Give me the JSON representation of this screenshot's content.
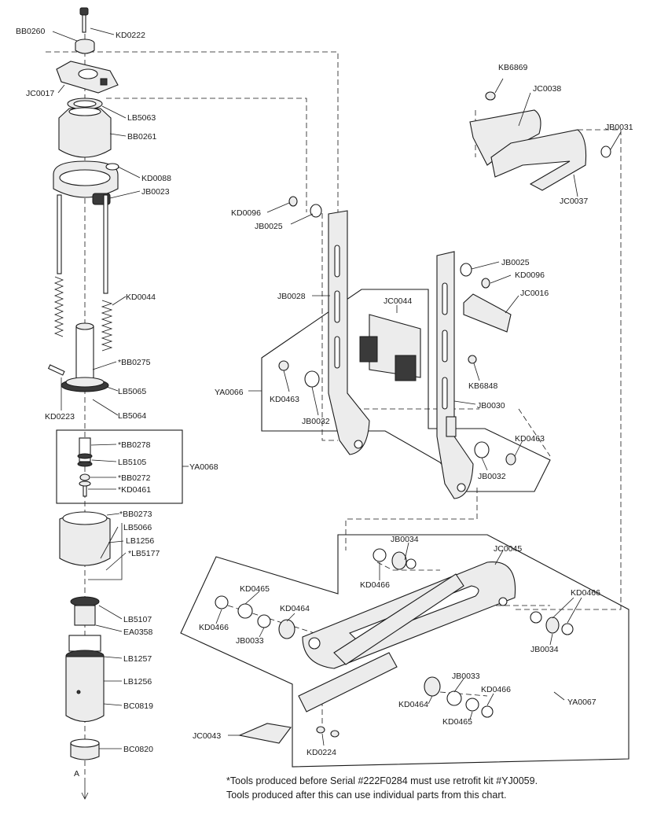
{
  "labels": {
    "KD0222": "KD0222",
    "BB0260": "BB0260",
    "JC0017": "JC0017",
    "LB5063": "LB5063",
    "BB0261": "BB0261",
    "KD0088": "KD0088",
    "JB0023": "JB0023",
    "KD0044": "KD0044",
    "BB0275": "*BB0275",
    "LB5065": "LB5065",
    "KD0223": "KD0223",
    "LB5064": "LB5064",
    "BB0278": "*BB0278",
    "LB5105": "LB5105",
    "YA0068": "YA0068",
    "BB0272": "*BB0272",
    "KD0461": "*KD0461",
    "BB0273": "*BB0273",
    "LB5066": "LB5066",
    "LB1256a": "LB1256",
    "LB5177": "*LB5177",
    "LB5107": "LB5107",
    "EA0358": "EA0358",
    "LB1257": "LB1257",
    "LB1256b": "LB1256",
    "BC0819": "BC0819",
    "BC0820": "BC0820",
    "A": "A",
    "KB6869": "KB6869",
    "JC0038": "JC0038",
    "JB0031": "JB0031",
    "JC0037": "JC0037",
    "KD0096a": "KD0096",
    "JB0025a": "JB0025",
    "JB0028": "JB0028",
    "JC0044": "JC0044",
    "JB0025b": "JB0025",
    "KD0096b": "KD0096",
    "JC0016": "JC0016",
    "YA0066": "YA0066",
    "KD0463a": "KD0463",
    "JB0032a": "JB0032",
    "KB6848": "KB6848",
    "JB0030": "JB0030",
    "KD0463b": "KD0463",
    "JB0032b": "JB0032",
    "JB0034a": "JB0034",
    "JC0045": "JC0045",
    "KD0466a": "KD0466",
    "KD0465a": "KD0465",
    "KD0464a": "KD0464",
    "KD0466b": "KD0466",
    "JB0033a": "JB0033",
    "KD0466c": "KD0466",
    "JB0034b": "JB0034",
    "JB0033b": "JB0033",
    "KD0466d": "KD0466",
    "KD0464b": "KD0464",
    "KD0465b": "KD0465",
    "YA0067": "YA0067",
    "JC0043": "JC0043",
    "KD0224": "KD0224"
  },
  "footnote": {
    "line1": "*Tools produced before Serial #222F0284 must use retrofit kit #YJ0059.",
    "line2": "Tools produced after this can use individual parts from this chart."
  }
}
